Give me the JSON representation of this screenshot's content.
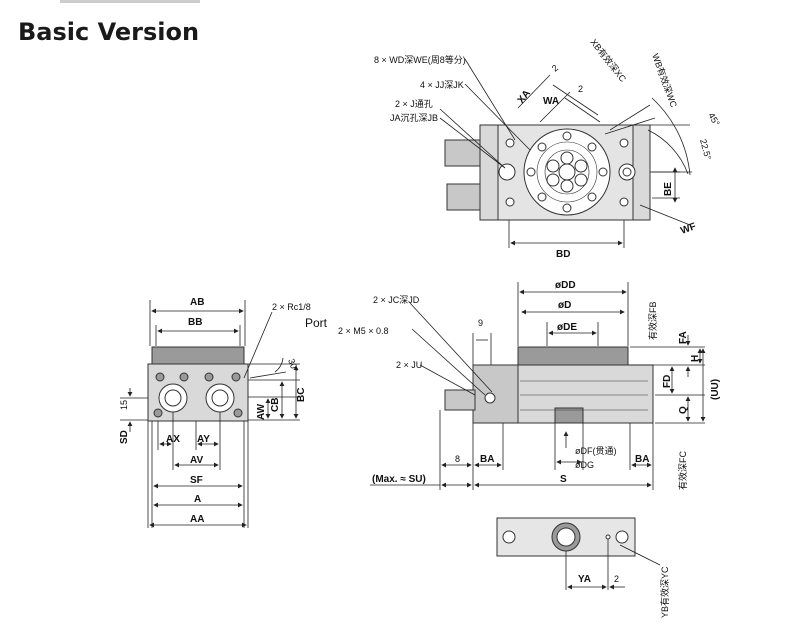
{
  "title": "Basic Version",
  "top_view": {
    "labels": {
      "wd": "8 × WD深WE(周8等分)",
      "jj": "4 × JJ深JK",
      "j": "2 × J通孔",
      "ja": "JA沉孔深JB",
      "xa": "XA",
      "wa": "WA",
      "two_a": "2",
      "two_b": "2",
      "xb": "XB有效深XC",
      "wb": "WB有效深WC",
      "deg45": "45°",
      "deg22": "22.5°",
      "be": "BE",
      "bd": "BD",
      "wf": "WF"
    }
  },
  "side_view": {
    "labels": {
      "ab": "AB",
      "bb": "BB",
      "rc": "2 × Rc1/8",
      "port": "Port",
      "deg30": "30°",
      "fifteen": "15",
      "sd": "SD",
      "aw": "AW",
      "cb": "CB",
      "bc": "BC",
      "ax": "AX",
      "ay": "AY",
      "av": "AV",
      "sf": "SF",
      "a": "A",
      "aa": "AA"
    }
  },
  "front_view": {
    "labels": {
      "dd": "øDD",
      "d": "øD",
      "de": "øDE",
      "fb": "有效深FB",
      "jc": "2 × JC深JD",
      "m5": "2 × M5 × 0.8",
      "nine": "9",
      "ju": "2 × JU",
      "fa": "FA",
      "h": "H",
      "fd": "FD",
      "q": "Q",
      "uu": "(UU)",
      "df": "øDF(贯通)",
      "dg": "øDG",
      "fc": "有效深FC",
      "eight": "8",
      "ba1": "BA",
      "ba2": "BA",
      "maxsu": "(Max. ≈ SU)",
      "s": "S"
    }
  },
  "detail_view": {
    "labels": {
      "ya": "YA",
      "two": "2",
      "yb": "YB有效深YC"
    }
  }
}
